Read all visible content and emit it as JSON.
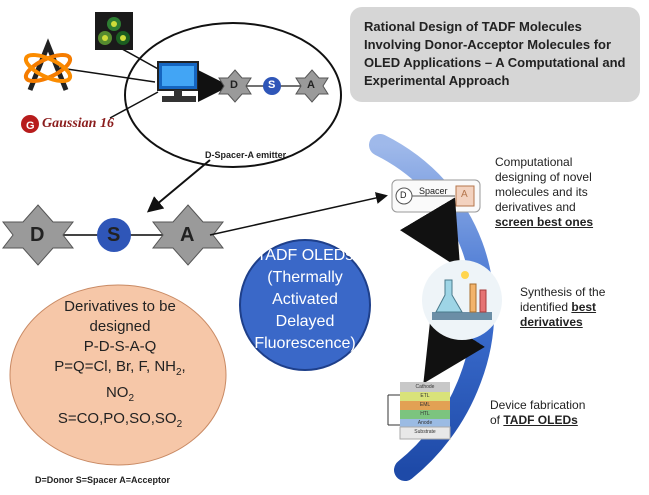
{
  "title": "Rational Design of TADF Molecules Involving Donor-Acceptor Molecules for OLED Applications – A Computational and Experimental Approach",
  "software": {
    "gaussian_label": "Gaussian 16"
  },
  "emitter": {
    "label": "D-Spacer-A emitter",
    "D": "D",
    "S": "S",
    "A": "A"
  },
  "main_molecule": {
    "D": "D",
    "S": "S",
    "A": "A"
  },
  "computational_chip": {
    "D": "D",
    "spacer": "Spacer",
    "A": "A"
  },
  "tadf_circle": {
    "line1": "TADF OLEDs",
    "line2": "(Thermally",
    "line3": "Activated",
    "line4": "Delayed",
    "line5": "Fluorescence)"
  },
  "derivatives": {
    "line1": "Derivatives to be",
    "line2": "designed",
    "line3": "P-D-S-A-Q",
    "line4_main": "P=Q=Cl, Br, F, NH",
    "line4_sub": "2",
    "line4_end": ",",
    "line5_main": "NO",
    "line5_sub": "2",
    "line6_main": "S=CO,PO,SO,SO",
    "line6_sub": "2"
  },
  "steps": {
    "computational": {
      "text1": "Computational",
      "text2": "designing of novel",
      "text3": "molecules and its",
      "text4": "derivatives and",
      "emph": "screen best ones"
    },
    "synthesis": {
      "text1": "Synthesis of the",
      "text2": "identified ",
      "emph1": "best",
      "emph2": "derivatives"
    },
    "device": {
      "text1": "Device fabrication",
      "text2": "of ",
      "emph": "TADF OLEDs"
    }
  },
  "device_layers": [
    "Cathode",
    "ETL",
    "EML",
    "HTL",
    "Anode",
    "Substrate"
  ],
  "legend": "D=Donor S=Spacer A=Acceptor",
  "colors": {
    "star": "#8a8a8a",
    "spacer": "#2f56b8",
    "tadf_circle": "#3a68c8",
    "derivatives_circle": "#f6c7a8",
    "arc": "#3d6fd0"
  }
}
